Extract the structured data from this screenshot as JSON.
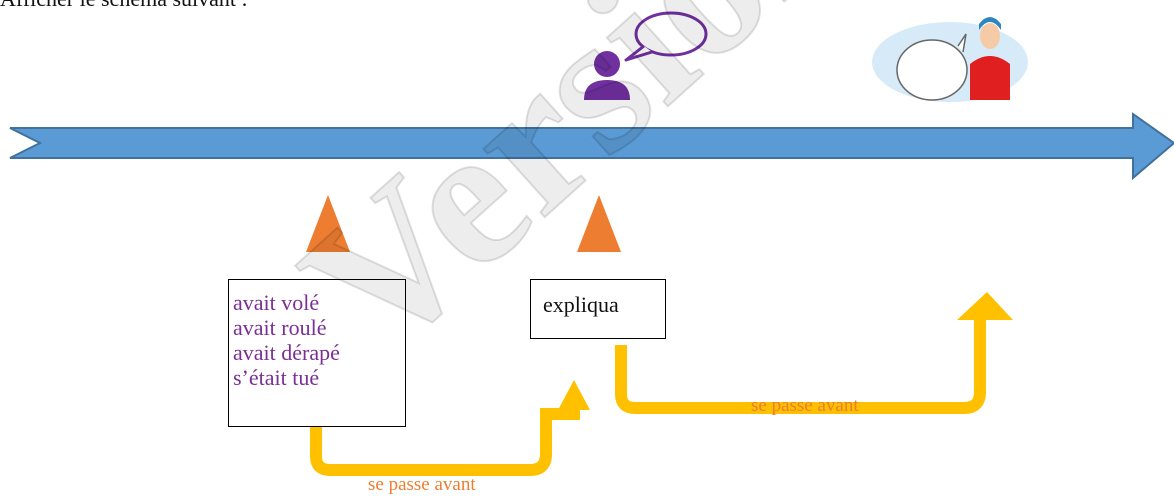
{
  "heading": "Afficher le schéma suivant :",
  "plus_que_parfait_verbs": [
    "avait volé",
    "avait roulé",
    "avait dérapé",
    "s’était tué"
  ],
  "passe_simple_verb": "expliqua",
  "captions": {
    "before_1": "se passe avant",
    "before_2": "se passe avant"
  },
  "watermark": "Version provisoire",
  "colors": {
    "timeline": "#5b9bd5",
    "marker": "#ed7d31",
    "arc": "#ffc000",
    "purple": "#7030a0",
    "caption": "#ed7d31"
  },
  "icons": [
    "user-icon",
    "speech-bubble-icon",
    "boy-speaking-icon"
  ]
}
